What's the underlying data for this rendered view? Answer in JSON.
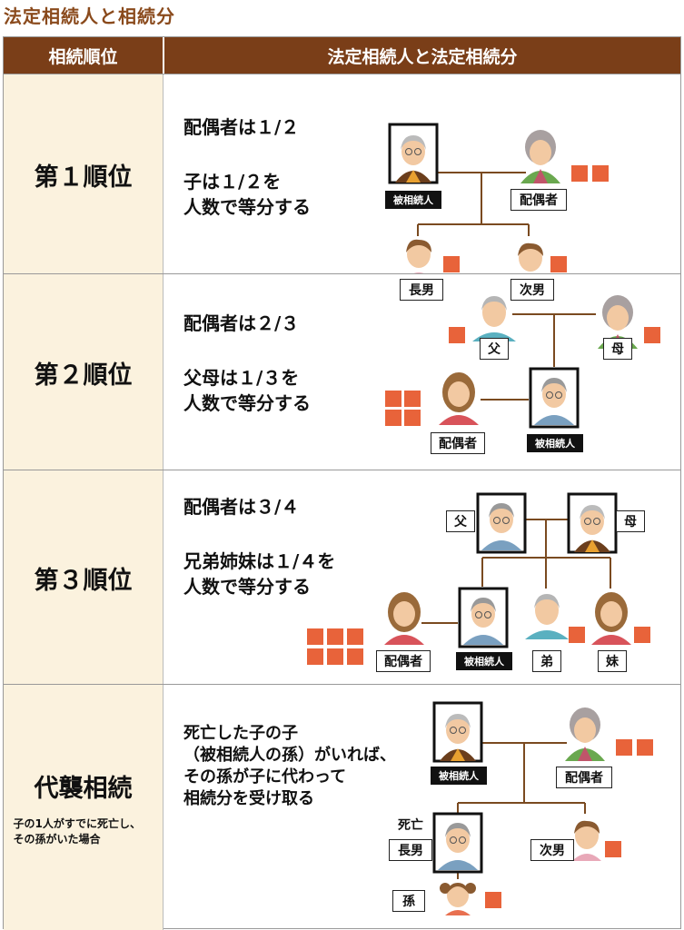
{
  "page": {
    "title": "法定相続人と相続分"
  },
  "header": {
    "col_order": "相続順位",
    "col_heirs": "法定相続人と法定相続分"
  },
  "rows": [
    {
      "order": "第１順位",
      "lines": [
        "配偶者は１/２",
        "子は１/２を",
        "人数で等分する"
      ],
      "people": {
        "deceased": "被相続人",
        "spouse": "配偶者",
        "child1": "長男",
        "child2": "次男"
      }
    },
    {
      "order": "第２順位",
      "lines": [
        "配偶者は２/３",
        "父母は１/３を",
        "人数で等分する"
      ],
      "people": {
        "father": "父",
        "mother": "母",
        "spouse": "配偶者",
        "deceased": "被相続人"
      }
    },
    {
      "order": "第３順位",
      "lines": [
        "配偶者は３/４",
        "兄弟姉妹は１/４を",
        "人数で等分する"
      ],
      "people": {
        "father": "父",
        "mother": "母",
        "spouse": "配偶者",
        "deceased": "被相続人",
        "brother": "弟",
        "sister": "妹"
      }
    },
    {
      "order": "代襲相続",
      "note": [
        "子の1人がすでに死亡し、",
        "その孫がいた場合"
      ],
      "lines": [
        "死亡した子の子",
        "（被相続人の孫）がいれば、",
        "その孫が子に代わって",
        "相続分を受け取る"
      ],
      "people": {
        "deceased": "被相続人",
        "spouse": "配偶者",
        "dead_mark": "死亡",
        "child1": "長男",
        "child2": "次男",
        "grandchild": "孫"
      }
    }
  ],
  "colors": {
    "header_bg": "#7a3e18",
    "title": "#8a4a1c",
    "share_square": "#e8633a",
    "left_bg": "#fbf2de"
  },
  "icons": [
    "elderly-man-portrait",
    "elderly-woman-portrait",
    "boy-icon",
    "man-icon",
    "woman-icon",
    "girl-icon"
  ]
}
